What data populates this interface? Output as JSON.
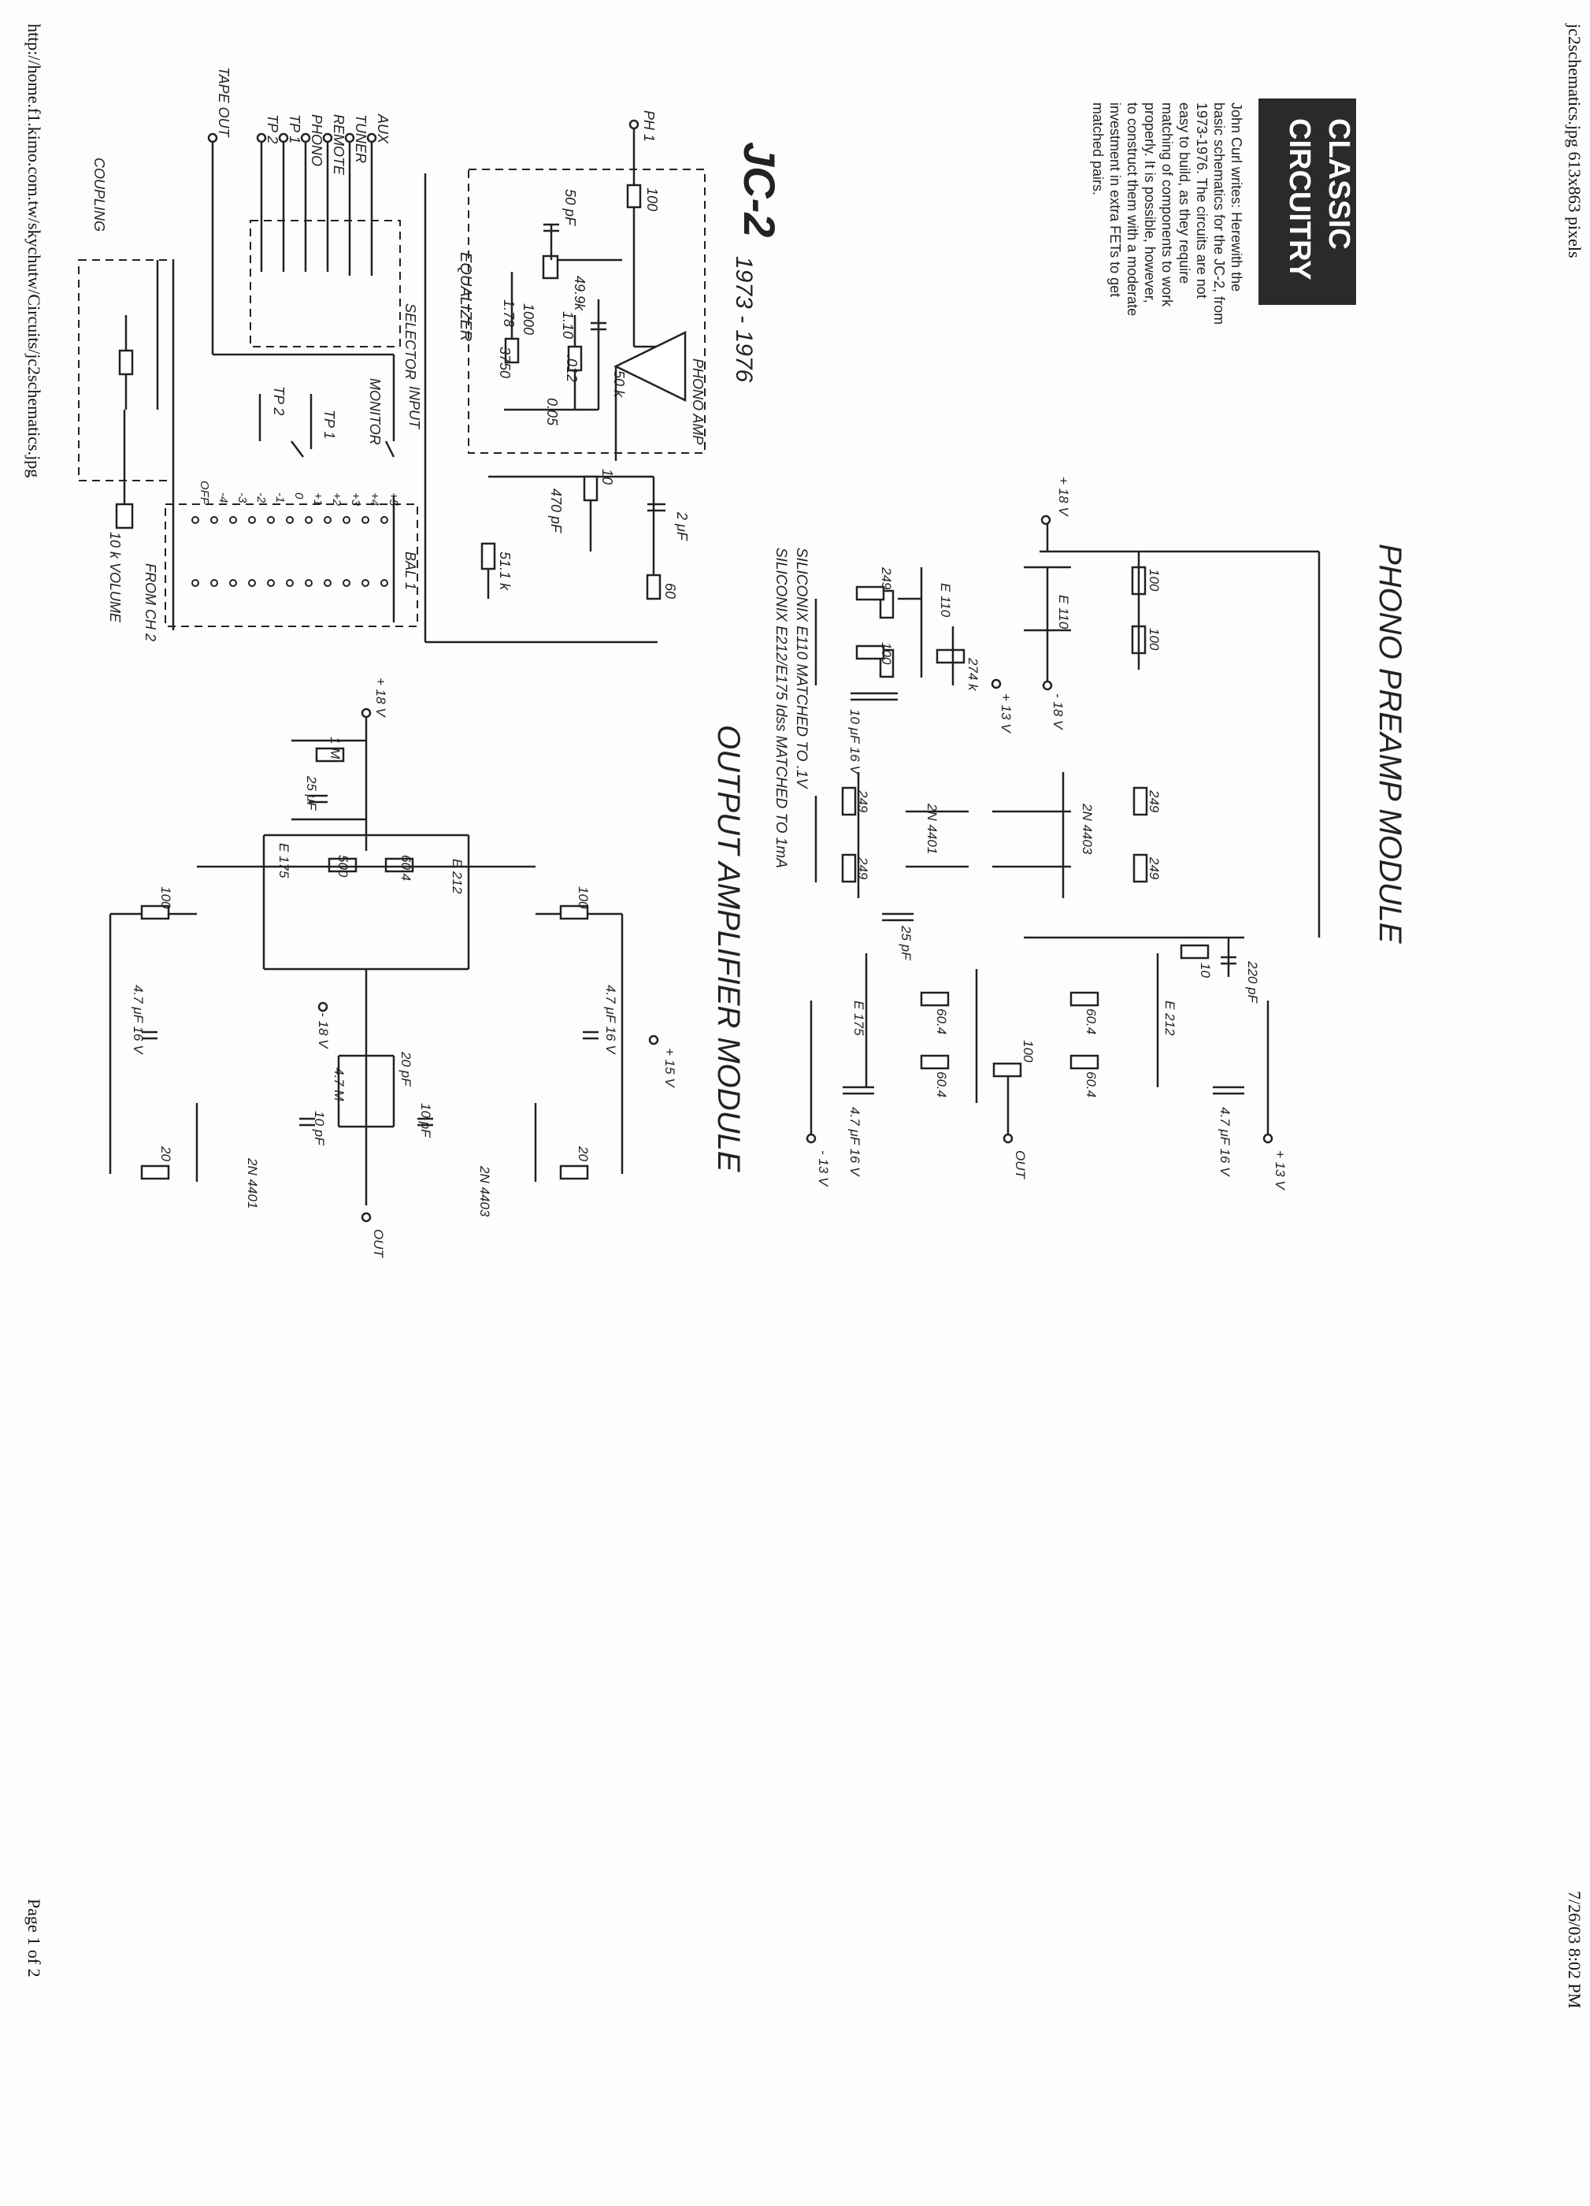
{
  "browser": {
    "page_title": "jc2schematics.jpg 613x863 pixels",
    "timestamp": "7/26/03 8:02 PM",
    "url": "http://home.f1.kimo.com.tw/skychutw/Circuits/jc2schematics.jpg",
    "page_number": "Page 1 of 2"
  },
  "magazine": {
    "logo_line1": "CLASSIC",
    "logo_line2": "CIRCUITRY",
    "blurb": [
      "John Curl writes: Herewith the",
      "basic schematics for the JC-2, from",
      "1973-1976. The circuits are not",
      "easy to build, as they require",
      "matching of components to work",
      "properly. It is possible, however,",
      "to construct them with a moderate",
      "investment in extra FETs to get",
      "matched pairs."
    ]
  },
  "header": {
    "model": "JC-2",
    "years": "1973 - 1976"
  },
  "titles": {
    "preamp": "PHONO PREAMP MODULE",
    "output": "OUTPUT AMPLIFIER MODULE",
    "note1": "SILICONIX E110 MATCHED TO .1V",
    "note2": "SILICONIX E212/E175 Idss MATCHED TO 1mA"
  },
  "phono_stage": {
    "input": "PH 1",
    "r_in": "100",
    "cap_in": "50 pF",
    "r_a": "49.9k",
    "r_b": "1.78",
    "r_c": "3750",
    "cap_a": "1000",
    "r_d": "1.10",
    "cap_b": ".012",
    "r_e": "50 k",
    "cap_c": "0.05",
    "equalizer": "EQUALIZER",
    "amp": "PHONO AMP",
    "r_f": "10",
    "cap_d": "470 pF",
    "cap_e": "2 μF",
    "r_g": "51.1 k",
    "r_out": "60"
  },
  "selector": {
    "inputs": [
      "AUX",
      "TUNER",
      "REMOTE",
      "PHONO",
      "TP 1",
      "TP 2",
      "TAPE OUT"
    ],
    "selector_label": "SELECTOR",
    "monitor": "MONITOR",
    "input": "INPUT",
    "tp1": "TP 1",
    "tp2": "TP 2",
    "positions": [
      "+5",
      "+4",
      "+3",
      "+2",
      "+1",
      "0",
      "-1",
      "-2",
      "-3",
      "-4",
      "OFF"
    ],
    "bal": "BAL 1",
    "from_ch2": "FROM CH 2",
    "volume": "10 k VOLUME",
    "coupling": "COUPLING"
  },
  "preamp": {
    "supply_pos_in": "+ 18 V",
    "r1": "100",
    "r2": "100",
    "jfet1": "E 110",
    "r3": "249",
    "jfet2": "E 110",
    "r4": "100",
    "r5": "274 k",
    "v1": "+ 13 V",
    "v2": "- 18 V",
    "cap1": "10 μF 16 V",
    "r6": "249",
    "r7": "249",
    "r8": "249",
    "r9": "249",
    "q1": "2N 4401",
    "q2": "2N 4403",
    "cap2": "25 pF",
    "r10": "10",
    "cap3": "220 pF",
    "r11": "60.4",
    "r12": "60.4",
    "r13": "60.4",
    "r14": "60.4",
    "q3": "E 175",
    "q4": "E 212",
    "r15": "100",
    "cap4": "4.7 μF 16 V",
    "cap5": "4.7 μF 16 V",
    "vneg": "- 13 V",
    "out": "OUT",
    "vpos": "+ 13 V"
  },
  "output": {
    "supply": "+ 18 V",
    "r1": "1 M",
    "cap1": "25 μF",
    "q1": "E 175",
    "q2": "E 212",
    "pot": "500",
    "r2": "60.4",
    "r3": "100",
    "r4": "100",
    "cap2": "4.7 μF 16 V",
    "cap3": "4.7 μF 16 V",
    "vneg": "- 18 V",
    "vpos": "+ 15 V",
    "r5": "4.7 M",
    "cap4": "20 pF",
    "cap5": "10 pF",
    "cap6": "10 pF",
    "r6": "20",
    "r7": "20",
    "q3": "2N 4401",
    "q4": "2N 4403",
    "out": "OUT"
  }
}
